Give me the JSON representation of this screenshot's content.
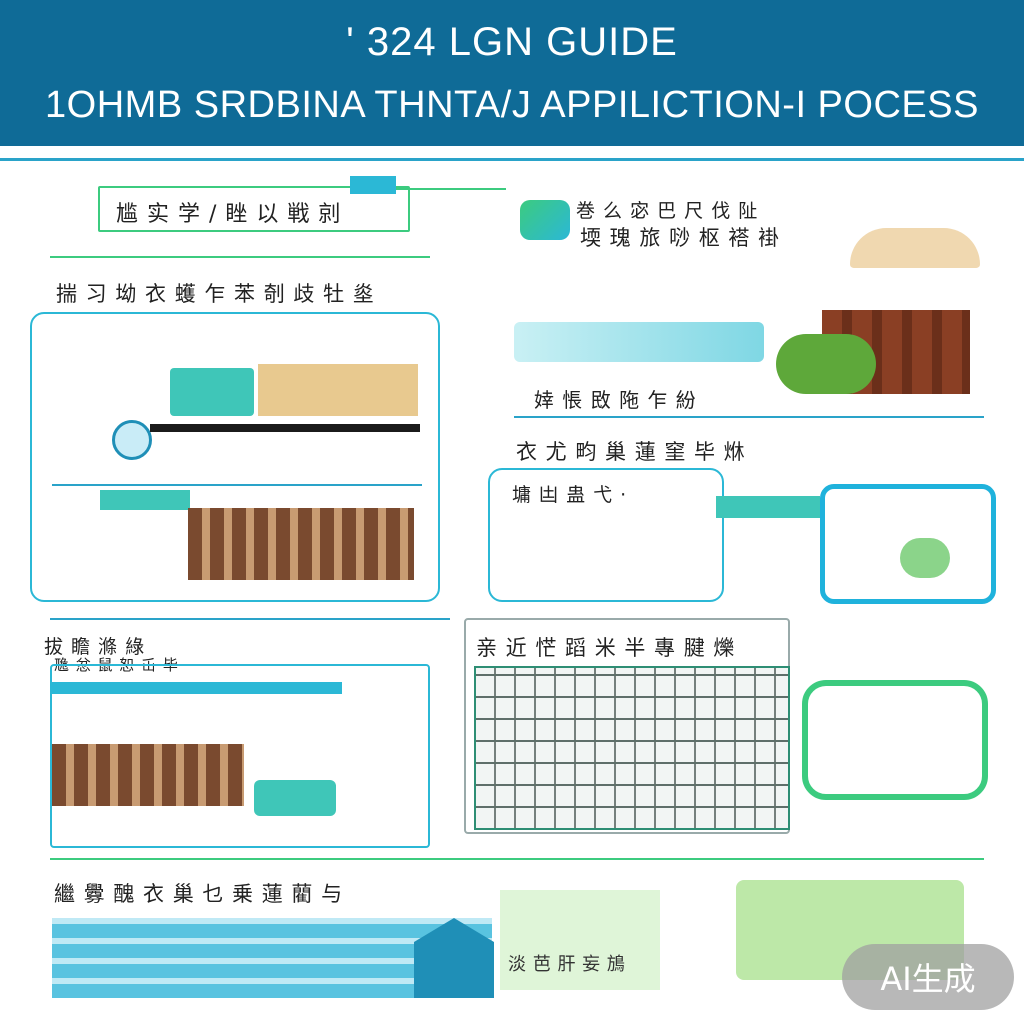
{
  "header": {
    "line1": "' 324  LGN GUIDE",
    "line2": "1OHMB  SRDBINA THNTA/J APPILICTION-I POCESS"
  },
  "sections": {
    "s1_title": "尴 实 学 / 睉 以 戦 剠 ",
    "s1_sub": "揣 习 坳 衣 蠖 乍 苯 剞 歧 牡 烾",
    "s2_title": "巻 么 宓 巴 尺 伐 阯",
    "s2_sub": "堧 瑰 旅 唦 枢 褡 褂",
    "s2_caption": "婞 悵 敃 陁 乍 紛",
    "s3_title": "衣 尤 畇 巢 蓮 窐 毕 烌",
    "s3_sub": "墉 凷 蛊 弋 ·",
    "s4_title": "拔 瞻 滌 綠",
    "s4_sub": "卼 忿 鼠 恕 屲 毕",
    "s5_title": "亲 近 恾 蹈 米 半 專 腱 爍",
    "s6_title": "繼 釁 醜 衣 巢 乜 乗 蓮 藺 与",
    "bottom_caption": "淡 芭 肝 妄 鴋"
  },
  "badge": {
    "label": "AI生成"
  },
  "colors": {
    "header_bg": "#0f6b97",
    "accent_teal": "#2bb8d6",
    "accent_green": "#3ccb7f",
    "badge_bg": "#a0a0a0"
  }
}
